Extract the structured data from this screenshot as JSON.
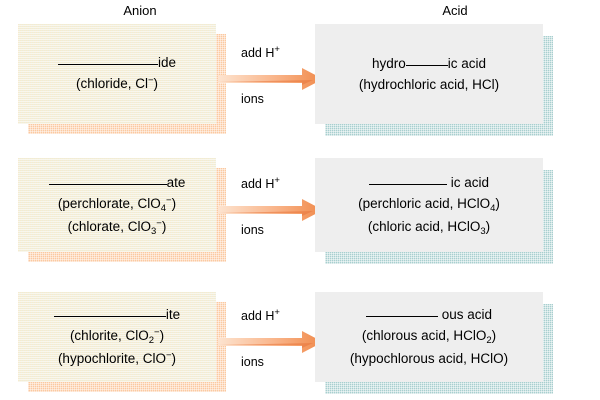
{
  "headers": {
    "anion": "Anion",
    "acid": "Acid"
  },
  "arrow": {
    "label_top": "add H",
    "label_top_sup": "+",
    "label_bottom": "ions",
    "color_light": "#fde4d0",
    "color_dark": "#f08a4b"
  },
  "colors": {
    "anion_fill": "#eeeedb",
    "anion_shadow": "#fbc9a0",
    "acid_fill": "#eeeeee",
    "acid_shadow": "#a8cfcf",
    "text": "#000000"
  },
  "rows": [
    {
      "anion": {
        "suffix": "ide",
        "blank_width": 100,
        "examples": [
          {
            "name": "(chloride, Cl",
            "formula_sup": "−",
            "tail": ")"
          }
        ]
      },
      "acid": {
        "prefix": "hydro",
        "suffix": "ic acid",
        "blank_width": 42,
        "examples": [
          {
            "text": "(hydrochloric acid, HCl)"
          }
        ]
      }
    },
    {
      "anion": {
        "suffix": "ate",
        "blank_width": 118,
        "examples": [
          {
            "name": "(perchlorate, ClO",
            "sub": "4",
            "formula_sup": "−",
            "tail": ")"
          },
          {
            "name": "(chlorate, ClO",
            "sub": "3",
            "formula_sup": "−",
            "tail": ")"
          }
        ]
      },
      "acid": {
        "prefix": "",
        "suffix": "ic acid",
        "blank_width": 78,
        "examples": [
          {
            "name": "(perchloric acid, HClO",
            "sub": "4",
            "tail": ")"
          },
          {
            "name": "(chloric acid, HClO",
            "sub": "3",
            "tail": ")"
          }
        ]
      }
    },
    {
      "anion": {
        "suffix": "ite",
        "blank_width": 112,
        "examples": [
          {
            "name": "(chlorite, ClO",
            "sub": "2",
            "formula_sup": "−",
            "tail": ")"
          },
          {
            "name": "(hypochlorite, ClO",
            "sub": "",
            "formula_sup": "−",
            "tail": ")"
          }
        ]
      },
      "acid": {
        "prefix": "",
        "suffix": "ous acid",
        "blank_width": 72,
        "examples": [
          {
            "name": "(chlorous acid, HClO",
            "sub": "2",
            "tail": ")"
          },
          {
            "name": "(hypochlorous acid, HClO",
            "sub": "",
            "tail": ")"
          }
        ]
      }
    }
  ]
}
